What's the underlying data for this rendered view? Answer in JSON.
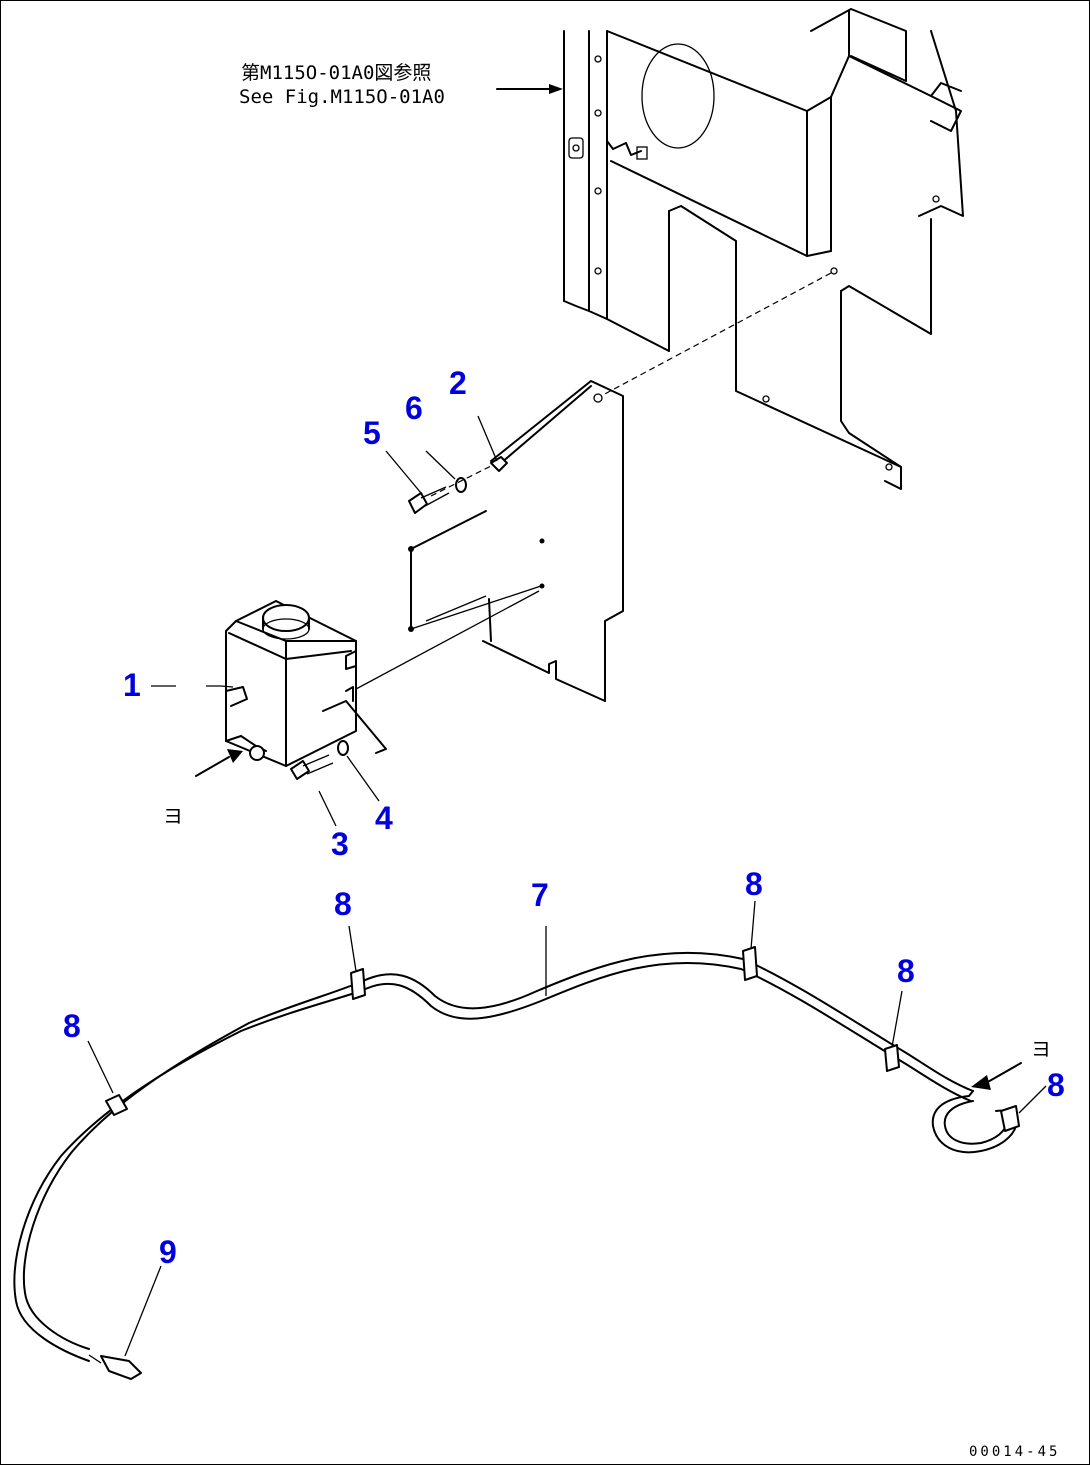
{
  "reference_note": {
    "line1": "第M115O-01A0図参照",
    "line2": "See Fig.M115O-01A0"
  },
  "callouts": {
    "c1": "1",
    "c2": "2",
    "c3": "3",
    "c4": "4",
    "c5": "5",
    "c6": "6",
    "c7": "7",
    "c8a": "8",
    "c8b": "8",
    "c8c": "8",
    "c8d": "8",
    "c8e": "8",
    "c9": "9"
  },
  "markers": {
    "left": "ヨ",
    "right": "ヨ"
  },
  "drawing_number": "00014-45"
}
